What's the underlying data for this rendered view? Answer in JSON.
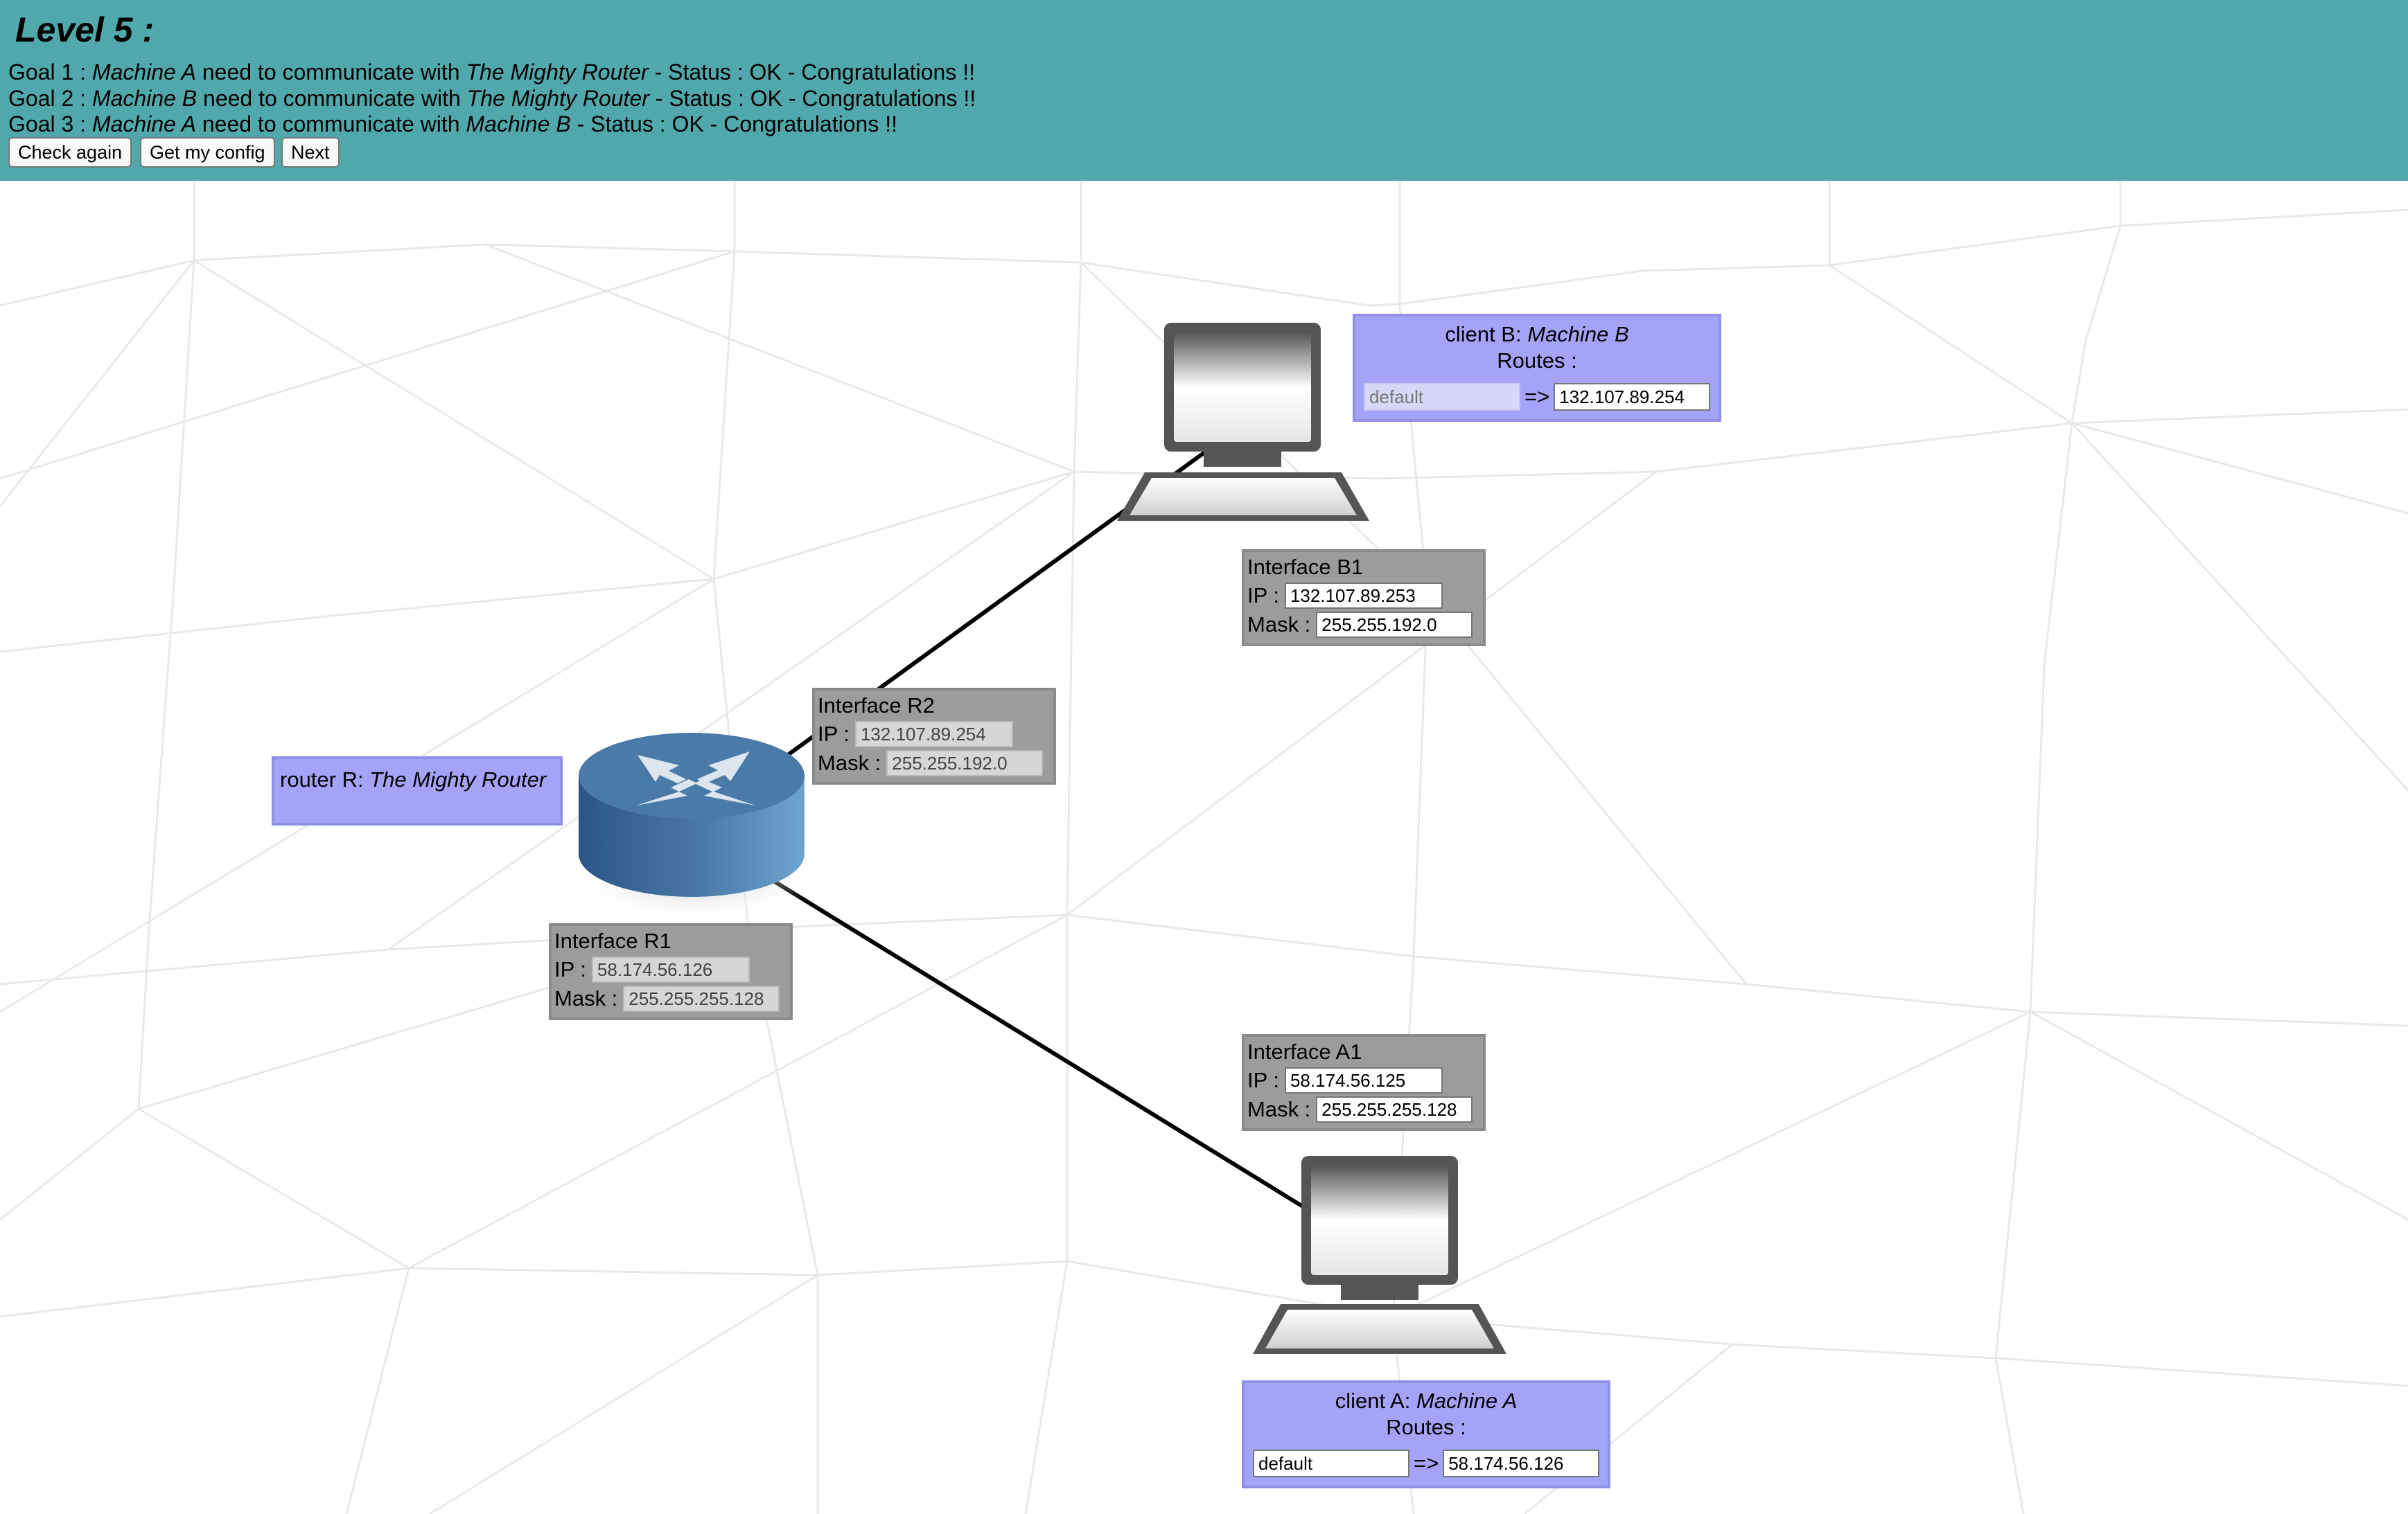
{
  "header": {
    "title": "Level 5 :",
    "goals": [
      {
        "prefix": "Goal 1 : ",
        "source": "Machine A",
        "mid": " need to communicate with ",
        "target": "The Mighty Router",
        "status": " - Status : OK - Congratulations !!"
      },
      {
        "prefix": "Goal 2 : ",
        "source": "Machine B",
        "mid": " need to communicate with ",
        "target": "The Mighty Router",
        "status": " - Status : OK - Congratulations !!"
      },
      {
        "prefix": "Goal 3 : ",
        "source": "Machine A",
        "mid": " need to communicate with ",
        "target": "Machine B",
        "status": " - Status : OK - Congratulations !!"
      }
    ],
    "buttons": {
      "check": "Check again",
      "config": "Get my config",
      "next": "Next"
    }
  },
  "colors": {
    "header_bg": "#51a8aa",
    "node_box": "#a3a3f8",
    "interface_box": "#9c9c9c",
    "router": "#4a7aa8"
  },
  "router": {
    "label_prefix": "router R: ",
    "name": "The Mighty Router",
    "icon": "router-icon",
    "interfaces": {
      "r1": {
        "name": "Interface R1",
        "ip_label": "IP :",
        "ip": "58.174.56.126",
        "mask_label": "Mask :",
        "mask": "255.255.255.128"
      },
      "r2": {
        "name": "Interface R2",
        "ip_label": "IP :",
        "ip": "132.107.89.254",
        "mask_label": "Mask :",
        "mask": "255.255.192.0"
      }
    }
  },
  "client_b": {
    "label_prefix": "client B: ",
    "name": "Machine B",
    "icon": "computer-icon",
    "routes_label": "Routes :",
    "route": {
      "destination": "default",
      "arrow": "=>",
      "gateway": "132.107.89.254"
    },
    "interface": {
      "name": "Interface B1",
      "ip_label": "IP :",
      "ip": "132.107.89.253",
      "mask_label": "Mask :",
      "mask": "255.255.192.0"
    }
  },
  "client_a": {
    "label_prefix": "client A: ",
    "name": "Machine A",
    "icon": "computer-icon",
    "routes_label": "Routes :",
    "route": {
      "destination": "default",
      "arrow": "=>",
      "gateway": "58.174.56.126"
    },
    "interface": {
      "name": "Interface A1",
      "ip_label": "IP :",
      "ip": "58.174.56.125",
      "mask_label": "Mask :",
      "mask": "255.255.255.128"
    }
  }
}
